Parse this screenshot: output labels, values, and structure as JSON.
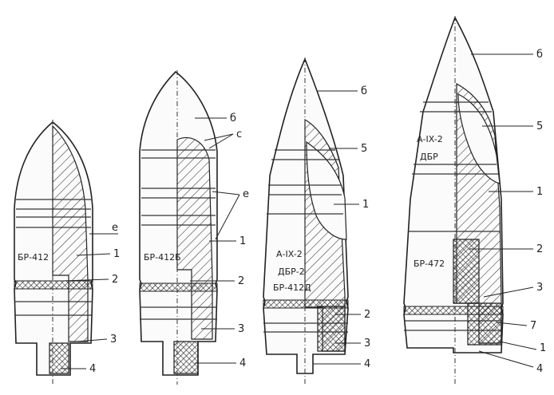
{
  "figure": {
    "projectiles": [
      {
        "engraving": [
          "БР-412"
        ],
        "callouts": [
          "е",
          "1",
          "2",
          "3",
          "4"
        ]
      },
      {
        "engraving": [
          "БР-412Б"
        ],
        "callouts": [
          "б",
          "с",
          "е",
          "1",
          "2",
          "3",
          "4"
        ]
      },
      {
        "engraving": [
          "А-IX-2",
          "ДБР-2",
          "БР-412Д"
        ],
        "callouts": [
          "б",
          "5",
          "1",
          "2",
          "3",
          "4"
        ]
      },
      {
        "engraving": [
          "А-IX-2",
          "ДБР",
          "БР-472"
        ],
        "callouts": [
          "б",
          "5",
          "1",
          "2",
          "3",
          "7",
          "1",
          "4"
        ]
      }
    ]
  }
}
